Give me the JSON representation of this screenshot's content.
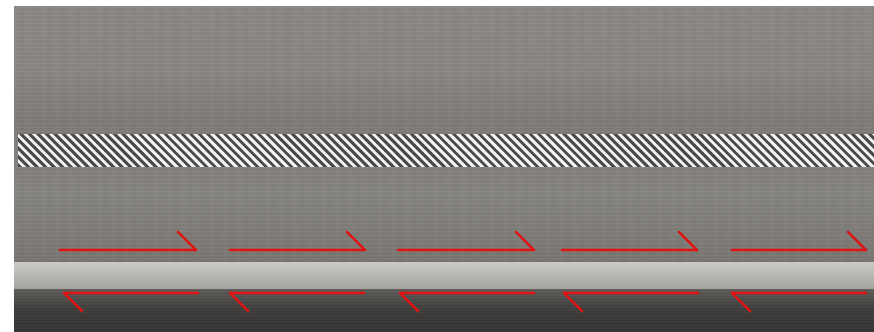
{
  "scene": {
    "surface": "stone texture",
    "colors": {
      "arrow": "#e01212",
      "hatch_dark": "#4a4a4a",
      "hatch_light": "#f4f4f4"
    }
  },
  "arrows": {
    "top_row_direction": "right",
    "bottom_row_direction": "left",
    "count_per_row": 5
  }
}
